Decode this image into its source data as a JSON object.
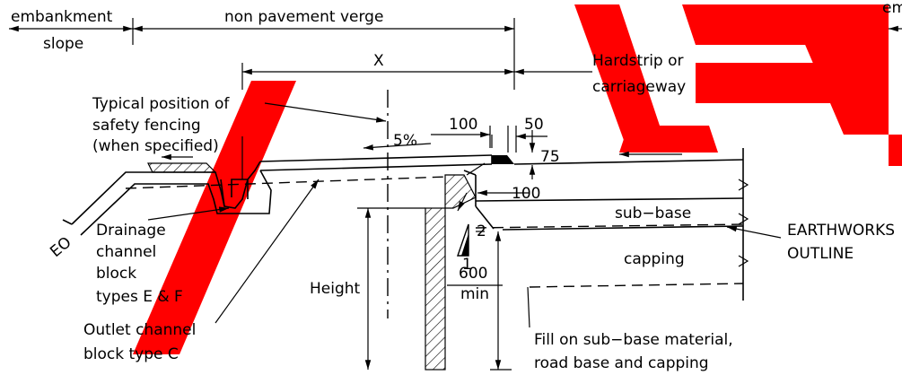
{
  "labels": {
    "embankment": "embankment",
    "slope": "slope",
    "non_pavement_verge": "non pavement verge",
    "em": "em",
    "x": "X",
    "hardstrip_1": "Hardstrip or",
    "hardstrip_2": "carriageway",
    "fence_1": "Typical position of",
    "fence_2": "safety fencing",
    "fence_3": "(when specified)",
    "pct": "5%",
    "dim_100_top": "100",
    "dim_50": "50",
    "dim_75": "75",
    "dim_100_side": "100",
    "sub_base": "sub−base",
    "capping": "capping",
    "earthworks_1": "EARTHWORKS",
    "earthworks_2": "OUTLINE",
    "eo": "EO",
    "drain_1": "Drainage",
    "drain_2": "channel",
    "drain_3": "block",
    "drain_4": "types E & F",
    "height": "Height",
    "ratio_2": "2",
    "ratio_1": "1",
    "dim_600": "600",
    "min": "min",
    "outlet_1": "Outlet channel",
    "outlet_2": "block type C",
    "fill_1": "Fill on sub−base material,",
    "fill_2": "road base and capping"
  },
  "colors": {
    "line": "#000000",
    "watermark": "#ff0000",
    "background": "#ffffff"
  }
}
